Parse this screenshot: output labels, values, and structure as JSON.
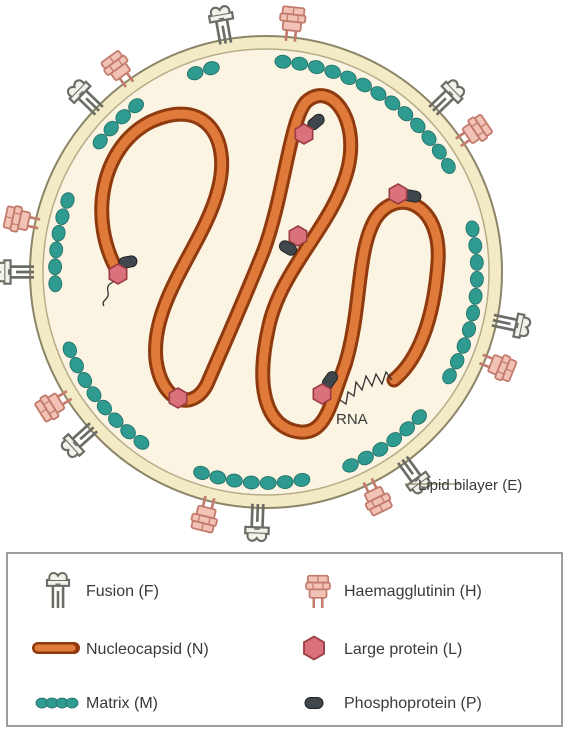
{
  "labels": {
    "rna": "RNA",
    "lipid_bilayer": "Lipid bilayer (E)"
  },
  "legend": {
    "fusion": "Fusion (F)",
    "haemagglutinin": "Haemagglutinin (H)",
    "nucleocapsid": "Nucleocapsid (N)",
    "large_protein": "Large protein (L)",
    "matrix": "Matrix (M)",
    "phosphoprotein": "Phosphoprotein (P)"
  },
  "colors": {
    "envelope_outer": "#f3ebc6",
    "envelope_inner": "#fbf4e2",
    "membrane_line": "#8c8568",
    "matrix": "#2f9a8f",
    "nucleocapsid": "#cc5a1a",
    "nucleocapsid_dark": "#8e3a0e",
    "large_protein": "#d9727a",
    "phosphoprotein": "#3f464c",
    "fusion": "#8a8a84",
    "haemagglutinin": "#e7a596"
  }
}
